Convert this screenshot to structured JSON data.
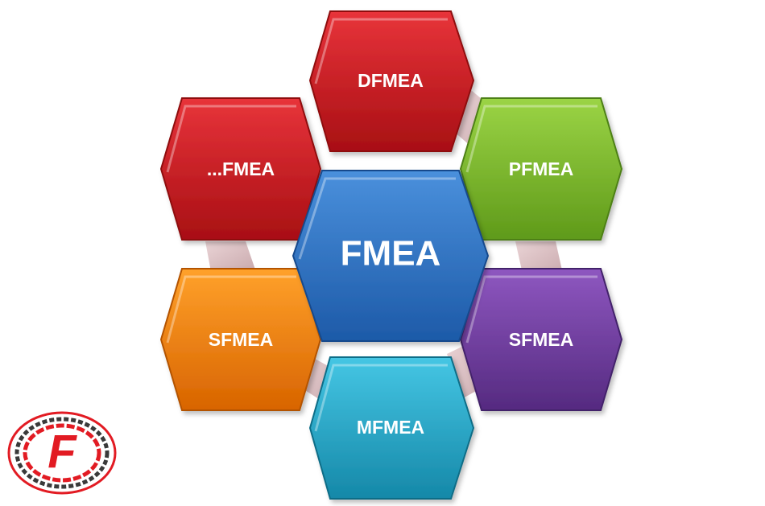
{
  "diagram": {
    "center": {
      "label": "FMEA",
      "color": "#2a6fc4"
    },
    "nodes": [
      {
        "id": "dfmea",
        "label": "DFMEA",
        "color": "#c8161d"
      },
      {
        "id": "pfmea",
        "label": "PFMEA",
        "color": "#7bbd2a"
      },
      {
        "id": "sfmea-right",
        "label": "SFMEA",
        "color": "#6d3a9c"
      },
      {
        "id": "mfmea",
        "label": "MFMEA",
        "color": "#1fa9c9"
      },
      {
        "id": "sfmea-left",
        "label": "SFMEA",
        "color": "#f07d0d"
      },
      {
        "id": "other-fmea",
        "label": "...FMEA",
        "color": "#c8161d"
      }
    ]
  },
  "logo": {
    "letter": "F",
    "color": "#e21b23"
  }
}
